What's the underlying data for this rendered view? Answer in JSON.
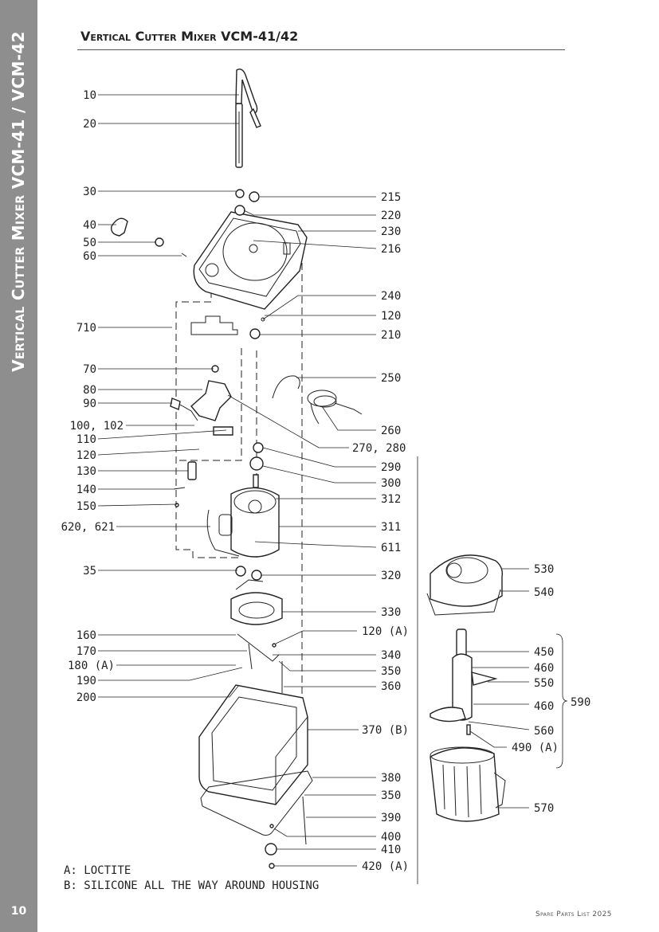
{
  "side_title": "Vertical Cutter Mixer  VCM-41 / VCM-42",
  "page_number": "10",
  "header_title": "Vertical Cutter Mixer VCM-41/42",
  "footer": "Spare Parts List 2025",
  "notes": [
    "A: LOCTITE",
    "B: SILICONE ALL THE WAY AROUND HOUSING"
  ],
  "labels": {
    "l10": "10",
    "l20": "20",
    "l30": "30",
    "l40": "40",
    "l50": "50",
    "l60": "60",
    "l710": "710",
    "l70": "70",
    "l80": "80",
    "l90": "90",
    "l100": "100, 102",
    "l110": "110",
    "l120l": "120",
    "l130": "130",
    "l140": "140",
    "l150": "150",
    "l620": "620, 621",
    "l35": "35",
    "l160": "160",
    "l170": "170",
    "l180": "180 (A)",
    "l190": "190",
    "l200": "200",
    "r215": "215",
    "r220": "220",
    "r230": "230",
    "r216": "216",
    "r240": "240",
    "r120": "120",
    "r210": "210",
    "r250": "250",
    "r260": "260",
    "r270": "270, 280",
    "r290": "290",
    "r300": "300",
    "r312": "312",
    "r311": "311",
    "r611": "611",
    "r320": "320",
    "r330": "330",
    "r120a": "120 (A)",
    "r340": "340",
    "r350": "350",
    "r360": "360",
    "r370": "370 (B)",
    "r380": "380",
    "r350b": "350",
    "r390": "390",
    "r400": "400",
    "r410": "410",
    "r420": "420 (A)",
    "b530": "530",
    "b540": "540",
    "b450": "450",
    "b460": "460",
    "b550": "550",
    "b460b": "460",
    "b590": "590",
    "b560": "560",
    "b490": "490 (A)",
    "b570": "570"
  }
}
